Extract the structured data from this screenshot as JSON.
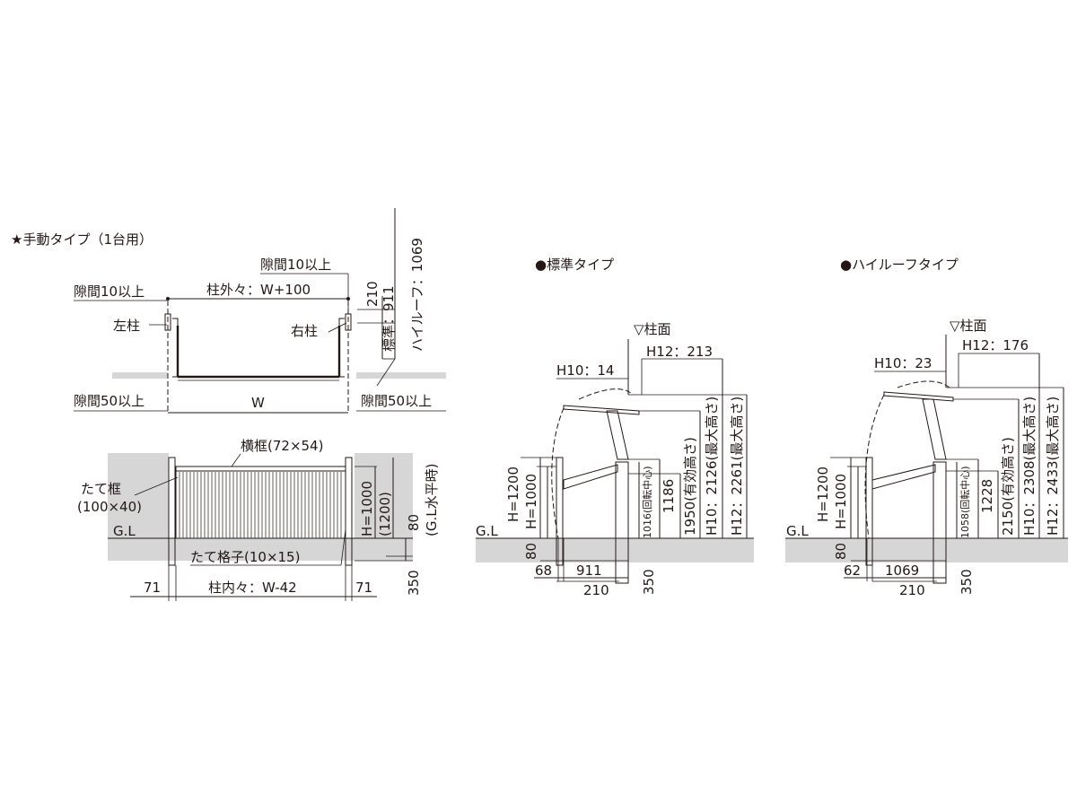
{
  "manual": {
    "title": "★手動タイプ（1台用）",
    "top": {
      "gap10_left": "隙間10以上",
      "gap10_right": "隙間10以上",
      "outer": "柱外々：W+100",
      "left_post": "左柱",
      "right_post": "右柱",
      "gap50_left": "隙間50以上",
      "gap50_right": "隙間50以上",
      "w": "W",
      "dim210": "210",
      "std": "標準：911",
      "high": "ハイルーフ：1069"
    },
    "front": {
      "yoko": "横框(72×54)",
      "tate": "たて框",
      "tate_size": "(100×40)",
      "gl": "G.L",
      "koshi": "たて格子(10×15)",
      "inner": "柱内々：W-42",
      "d71_left": "71",
      "d71_right": "71",
      "h1000": "H=1000",
      "h1200": "(1200)",
      "d80": "80",
      "gl_level": "(G.L水平時)",
      "d350": "350"
    }
  },
  "standard": {
    "title": "●標準タイプ",
    "hashira": "▽柱面",
    "h12": "H12：213",
    "h10": "H10：14",
    "h1200": "H=1200",
    "h1000": "H=1000",
    "pivot": "1016(回転中心)",
    "d1186": "1186",
    "d1950": "1950(有効高さ)",
    "d2126": "H10：2126(最大高さ)",
    "d2261": "H12：2261(最大高さ)",
    "gl": "G.L",
    "d80": "80",
    "d68": "68",
    "d911": "911",
    "d210": "210",
    "d350": "350"
  },
  "highroof": {
    "title": "●ハイルーフタイプ",
    "hashira": "▽柱面",
    "h12": "H12：176",
    "h10": "H10：23",
    "h1200": "H=1200",
    "h1000": "H=1000",
    "pivot": "1058(回転中心)",
    "d1228": "1228",
    "d2150": "2150(有効高さ)",
    "d2308": "H10：2308(最大高さ)",
    "d2433": "H12：2433(最大高さ)",
    "gl": "G.L",
    "d80": "80",
    "d62": "62",
    "d1069": "1069",
    "d210": "210",
    "d350": "350"
  }
}
